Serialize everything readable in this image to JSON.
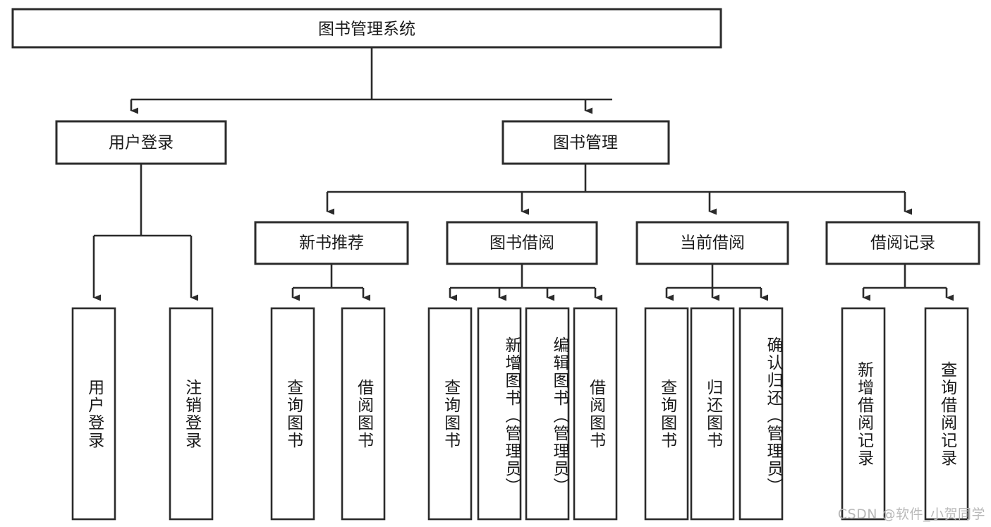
{
  "diagram": {
    "type": "hierarchy-tree",
    "title": "图书管理系统",
    "orientation": "top-down",
    "colors": {
      "stroke": "#2b2b2b",
      "fill": "#ffffff",
      "text": "#1a1a1a",
      "watermark": "#b9b9b9"
    },
    "levels": {
      "root": {
        "label": "图书管理系统"
      },
      "level2": [
        {
          "label": "用户登录"
        },
        {
          "label": "图书管理"
        }
      ],
      "level3": [
        {
          "label": "新书推荐"
        },
        {
          "label": "图书借阅"
        },
        {
          "label": "当前借阅"
        },
        {
          "label": "借阅记录"
        }
      ]
    },
    "leaves": {
      "user_login": [
        {
          "label": "用户登录",
          "align": "mid"
        },
        {
          "label": "注销登录",
          "align": "mid"
        }
      ],
      "new_book_recommend": [
        {
          "label": "查询图书",
          "align": "mid"
        },
        {
          "label": "借阅图书",
          "align": "mid"
        }
      ],
      "book_borrow": [
        {
          "label": "查询图书",
          "align": "mid"
        },
        {
          "label": "新增图书（管理员）",
          "align": "top"
        },
        {
          "label": "编辑图书（管理员）",
          "align": "top"
        },
        {
          "label": "借阅图书",
          "align": "mid"
        }
      ],
      "current_borrow": [
        {
          "label": "查询图书",
          "align": "mid"
        },
        {
          "label": "归还图书",
          "align": "mid"
        },
        {
          "label": "确认归还（管理员）",
          "align": "top"
        }
      ],
      "borrow_record": [
        {
          "label": "新增借阅记录",
          "align": "mid"
        },
        {
          "label": "查询借阅记录",
          "align": "mid"
        }
      ]
    }
  },
  "watermark": {
    "text": "CSDN @软件_小贺同学"
  }
}
